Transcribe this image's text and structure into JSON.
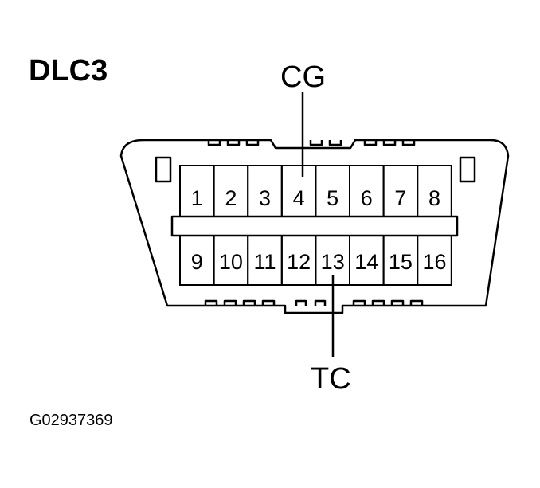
{
  "title": "DLC3",
  "callouts": {
    "top": "CG",
    "bottom": "TC"
  },
  "figure_code": "G02937369",
  "pins": {
    "top_row": [
      "1",
      "2",
      "3",
      "4",
      "5",
      "6",
      "7",
      "8"
    ],
    "bottom_row": [
      "9",
      "10",
      "11",
      "12",
      "13",
      "14",
      "15",
      "16"
    ]
  },
  "colors": {
    "line": "#000000",
    "background": "#ffffff"
  }
}
